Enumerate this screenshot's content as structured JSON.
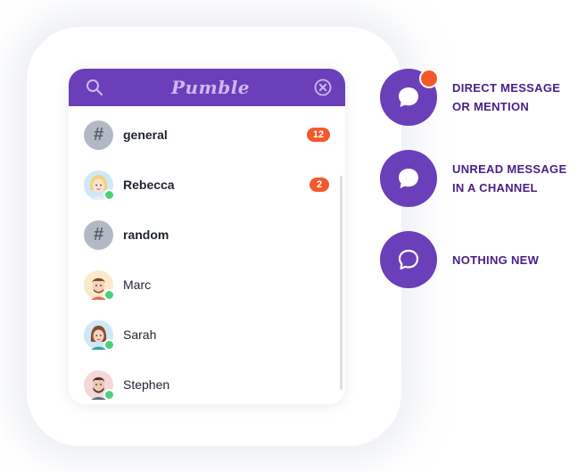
{
  "app": {
    "logo_text": "Pumble",
    "colors": {
      "header": "#6a3fb9",
      "badge": "#f4592b",
      "online": "#4cd07d",
      "legend_text": "#4a1f86"
    }
  },
  "header": {
    "search_icon": "search-icon",
    "close_icon": "close-circle-icon"
  },
  "list": [
    {
      "name": "general",
      "type": "channel",
      "badge": "12",
      "bold": true
    },
    {
      "name": "Rebecca",
      "type": "user",
      "badge": "2",
      "bold": true
    },
    {
      "name": "random",
      "type": "channel",
      "badge": "",
      "bold": true
    },
    {
      "name": "Marc",
      "type": "user",
      "badge": "",
      "bold": false
    },
    {
      "name": "Sarah",
      "type": "user",
      "badge": "",
      "bold": false
    },
    {
      "name": "Stephen",
      "type": "user",
      "badge": "",
      "bold": false
    }
  ],
  "legend": [
    {
      "line1": "DIRECT MESSAGE",
      "line2": "OR MENTION",
      "icon": "chat-bubble-filled-icon"
    },
    {
      "line1": "UNREAD MESSAGE",
      "line2": "IN A CHANNEL",
      "icon": "chat-bubble-filled-icon"
    },
    {
      "line1": "NOTHING NEW",
      "line2": "",
      "icon": "chat-bubble-outline-icon"
    }
  ]
}
